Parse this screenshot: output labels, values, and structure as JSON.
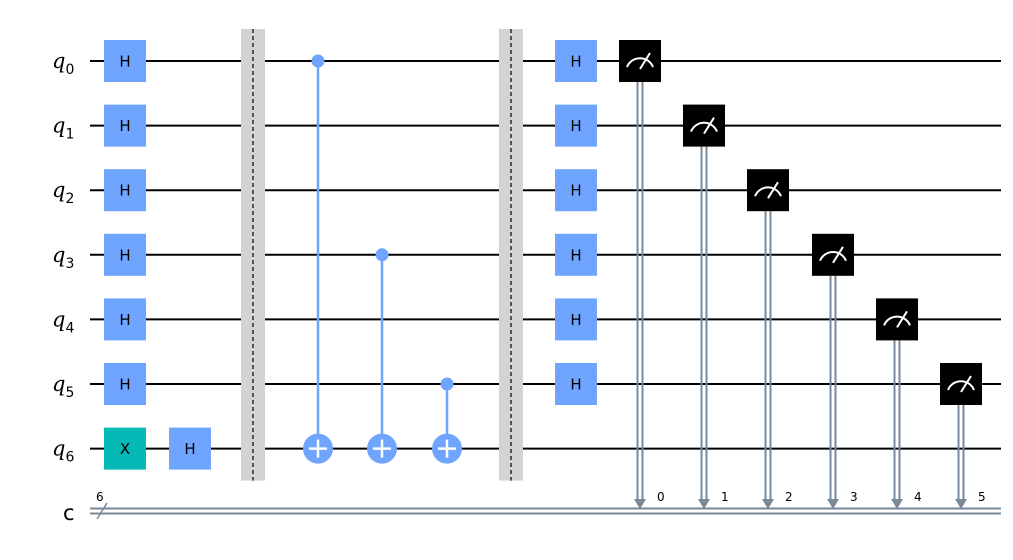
{
  "qubits": [
    {
      "letter": "q",
      "index": "0"
    },
    {
      "letter": "q",
      "index": "1"
    },
    {
      "letter": "q",
      "index": "2"
    },
    {
      "letter": "q",
      "index": "3"
    },
    {
      "letter": "q",
      "index": "4"
    },
    {
      "letter": "q",
      "index": "5"
    },
    {
      "letter": "q",
      "index": "6"
    }
  ],
  "classical": {
    "label": "c",
    "size": "6",
    "bits": [
      "0",
      "1",
      "2",
      "3",
      "4",
      "5"
    ]
  },
  "colors": {
    "hadamard": "#6fa4ff",
    "x_gate": "#05bab6",
    "control": "#6fa4ff",
    "measure": "#000000",
    "classical_wire": "#778899",
    "barrier": "#d3d3d3"
  },
  "gates": [
    {
      "type": "H",
      "label": "H",
      "qubit": 0,
      "column": 0
    },
    {
      "type": "H",
      "label": "H",
      "qubit": 1,
      "column": 0
    },
    {
      "type": "H",
      "label": "H",
      "qubit": 2,
      "column": 0
    },
    {
      "type": "H",
      "label": "H",
      "qubit": 3,
      "column": 0
    },
    {
      "type": "H",
      "label": "H",
      "qubit": 4,
      "column": 0
    },
    {
      "type": "H",
      "label": "H",
      "qubit": 5,
      "column": 0
    },
    {
      "type": "X",
      "label": "X",
      "qubit": 6,
      "column": 0
    },
    {
      "type": "H",
      "label": "H",
      "qubit": 6,
      "column": 1
    },
    {
      "type": "barrier",
      "column": 2
    },
    {
      "type": "CX",
      "control": 0,
      "target": 6,
      "column": 3
    },
    {
      "type": "CX",
      "control": 3,
      "target": 6,
      "column": 4
    },
    {
      "type": "CX",
      "control": 5,
      "target": 6,
      "column": 5
    },
    {
      "type": "barrier",
      "column": 6
    },
    {
      "type": "H",
      "label": "H",
      "qubit": 0,
      "column": 7
    },
    {
      "type": "H",
      "label": "H",
      "qubit": 1,
      "column": 7
    },
    {
      "type": "H",
      "label": "H",
      "qubit": 2,
      "column": 7
    },
    {
      "type": "H",
      "label": "H",
      "qubit": 3,
      "column": 7
    },
    {
      "type": "H",
      "label": "H",
      "qubit": 4,
      "column": 7
    },
    {
      "type": "H",
      "label": "H",
      "qubit": 5,
      "column": 7
    },
    {
      "type": "measure",
      "qubit": 0,
      "clbit": 0,
      "column": 8
    },
    {
      "type": "measure",
      "qubit": 1,
      "clbit": 1,
      "column": 9
    },
    {
      "type": "measure",
      "qubit": 2,
      "clbit": 2,
      "column": 10
    },
    {
      "type": "measure",
      "qubit": 3,
      "clbit": 3,
      "column": 11
    },
    {
      "type": "measure",
      "qubit": 4,
      "clbit": 4,
      "column": 12
    },
    {
      "type": "measure",
      "qubit": 5,
      "clbit": 5,
      "column": 13
    }
  ]
}
